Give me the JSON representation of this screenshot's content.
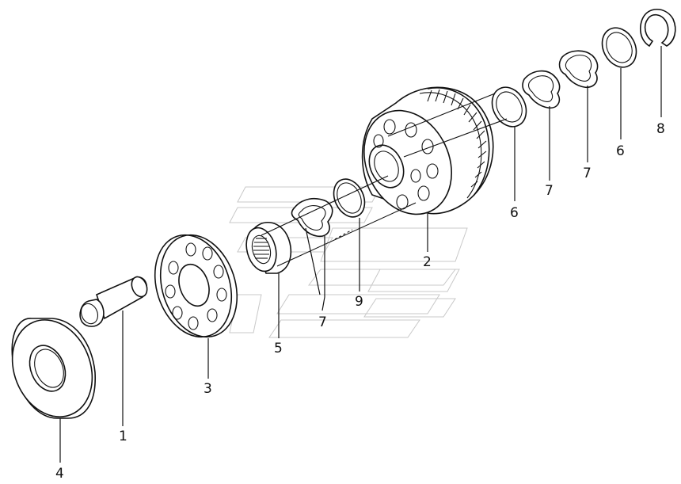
{
  "diagram": {
    "callouts": {
      "c1": "1",
      "c2": "2",
      "c3": "3",
      "c4": "4",
      "c5": "5",
      "c6a": "6",
      "c6b": "6",
      "c7a": "7",
      "c7b": "7",
      "c7c": "7",
      "c8": "8",
      "c9": "9"
    }
  }
}
